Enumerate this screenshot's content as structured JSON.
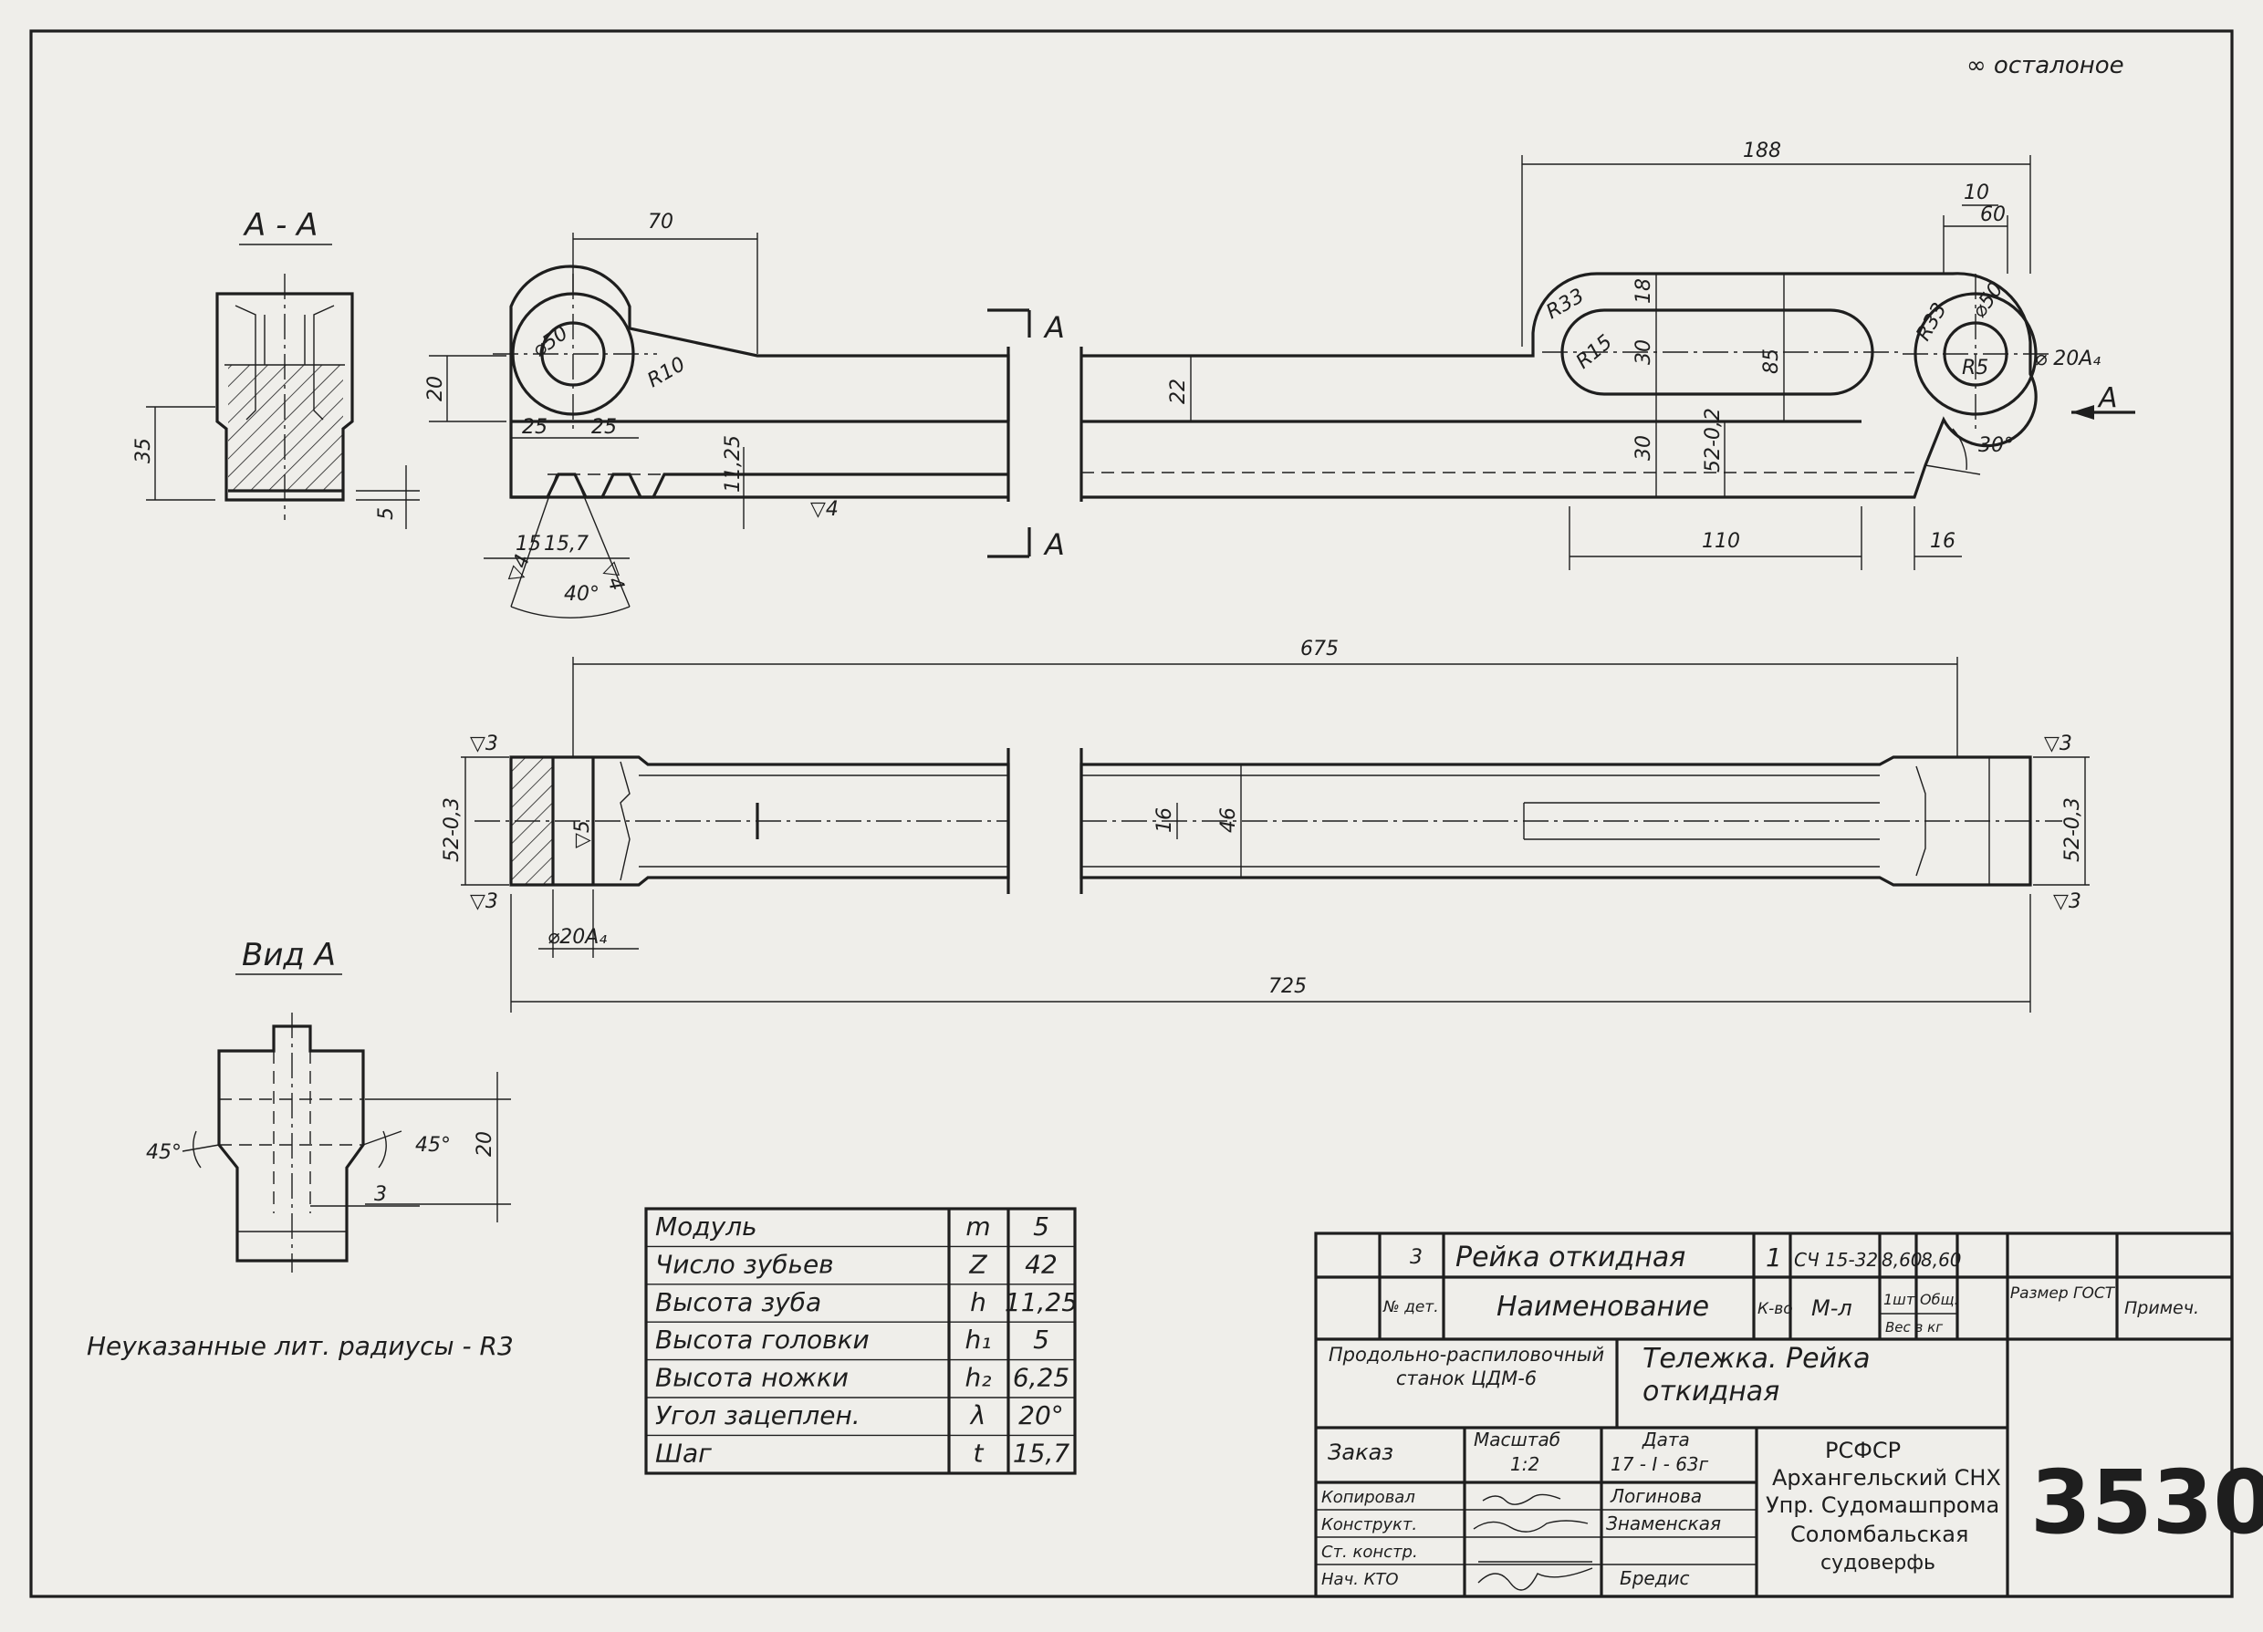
{
  "corner_note": "∞ осталоное",
  "section_label": "А - А",
  "view_label": "Вид А",
  "cut_label": "А",
  "general_note": "Неуказанные лит. радиусы - R3",
  "top_dims": {
    "d70": "70",
    "d188": "188",
    "d10": "10",
    "d60": "60",
    "d50": "⌀50",
    "r10": "R10",
    "d20": "20",
    "d25a": "25",
    "d25b": "25",
    "d1125": "11,25",
    "d15": "15",
    "d157": "15,7",
    "a40": "40°",
    "d22": "22",
    "r33a": "R33",
    "r15": "R15",
    "d18": "18",
    "d30a": "30",
    "d85": "85",
    "d30b": "30",
    "d52": "52-0,2",
    "r33b": "R33",
    "d50b": "⌀50",
    "d20a4": "⌀ 20А₄",
    "r5": "R5",
    "a30": "30°",
    "d110": "110",
    "d16": "16",
    "sq4": "▽4",
    "sq4b": "▽4",
    "sq4c": "▽4"
  },
  "section_dims": {
    "d35": "35",
    "d5": "5"
  },
  "plan_dims": {
    "d675": "675",
    "d725": "725",
    "d16": "16",
    "d46": "46",
    "d52l": "52-0,3",
    "d52r": "52-0,3",
    "d20a4": "⌀20А₄",
    "sq3a": "▽3",
    "sq3b": "▽3",
    "sq3c": "▽3",
    "sq3d": "▽3",
    "sq5": "▽5"
  },
  "view_dims": {
    "a45l": "45°",
    "a45r": "45°",
    "d20": "20",
    "d3": "3"
  },
  "gear_table": [
    {
      "name": "Модуль",
      "sym": "m",
      "val": "5"
    },
    {
      "name": "Число зубьев",
      "sym": "Z",
      "val": "42"
    },
    {
      "name": "Высота зуба",
      "sym": "h",
      "val": "11,25"
    },
    {
      "name": "Высота головки",
      "sym": "h₁",
      "val": "5"
    },
    {
      "name": "Высота ножки",
      "sym": "h₂",
      "val": "6,25"
    },
    {
      "name": "Угол зацеплен.",
      "sym": "λ",
      "val": "20°"
    },
    {
      "name": "Шаг",
      "sym": "t",
      "val": "15,7"
    }
  ],
  "title_block": {
    "row1": {
      "num": "3",
      "name": "Рейка откидная",
      "qty": "1",
      "material": "СЧ 15-32",
      "w1": "8,60",
      "w2": "8,60"
    },
    "hdr": {
      "num": "№ дет.",
      "name": "Наименование",
      "qty": "К-во",
      "material": "М-л",
      "w1": "1шт.",
      "w2": "Общ.",
      "wsub": "Вес в кг",
      "size": "Размер ГОСТ",
      "note": "Примеч."
    },
    "machine": "Продольно-распиловочный станок ЦДМ-6",
    "part_title": "Тележка. Рейка откидная",
    "order": "Заказ",
    "scale_label": "Масштаб",
    "scale": "1:2",
    "date_label": "Дата",
    "date": "17 - I - 63г",
    "roles": [
      {
        "role": "Копировал",
        "name": "Логинова"
      },
      {
        "role": "Конструкт.",
        "name": "Знаменская"
      },
      {
        "role": "Ст. констр.",
        "name": ""
      },
      {
        "role": "Нач. КТО",
        "name": "Бредис"
      }
    ],
    "org": [
      "РСФСР",
      "Архангельский СНХ",
      "Упр. Судомашпрома",
      "Соломбальская",
      "судоверфь"
    ],
    "drawing_no": "3530"
  }
}
